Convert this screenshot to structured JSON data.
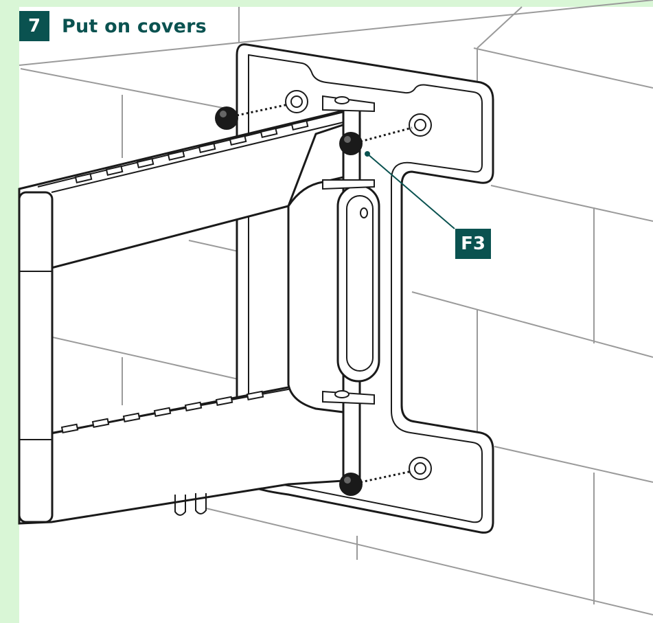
{
  "step": {
    "number": "7",
    "title": "Put on covers"
  },
  "callout": {
    "label": "F3"
  },
  "colors": {
    "brand": "#0a5250",
    "frame": "#d9f6d6",
    "line": "#1a1a1a",
    "wall_line": "#9a9a9a"
  }
}
